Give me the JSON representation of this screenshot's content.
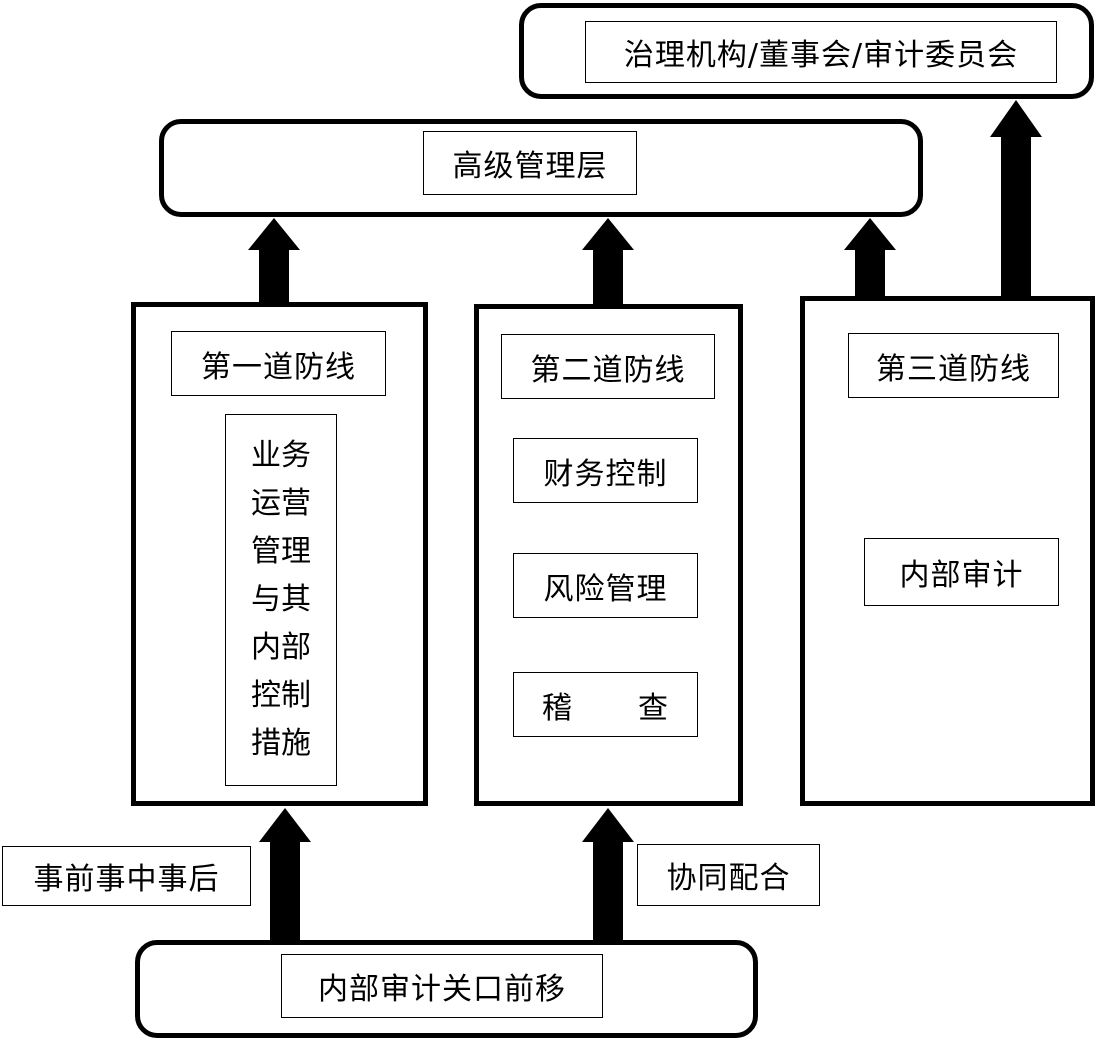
{
  "governance": {
    "label": "治理机构/董事会/审计委员会"
  },
  "senior_management": {
    "label": "高级管理层"
  },
  "line1": {
    "title": "第一道防线",
    "content_lines": [
      "业务",
      "运营",
      "管理",
      "与其",
      "内部",
      "控制",
      "措施"
    ]
  },
  "line2": {
    "title": "第二道防线",
    "items": [
      "财务控制",
      "风险管理"
    ],
    "audit_chars": [
      "稽",
      "查"
    ]
  },
  "line3": {
    "title": "第三道防线",
    "item": "内部审计"
  },
  "side_left": {
    "label": "事前事中事后"
  },
  "side_right": {
    "label": "协同配合"
  },
  "bottom": {
    "label": "内部审计关口前移"
  }
}
